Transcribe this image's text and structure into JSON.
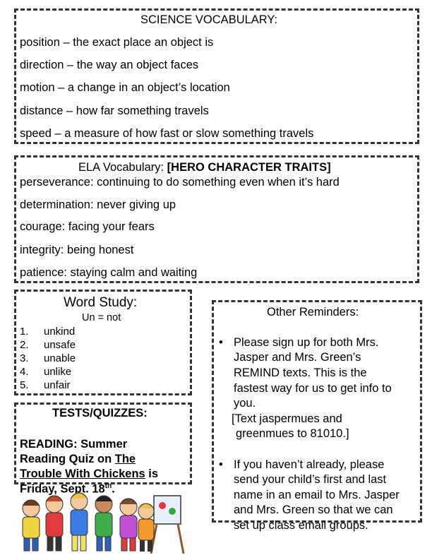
{
  "science": {
    "title": "SCIENCE VOCABULARY:",
    "items": [
      "position – the exact place an object is",
      "direction – the way an object faces",
      "motion – a change in an object’s location",
      "distance – how far something travels",
      "speed – a measure of how fast or slow something travels"
    ]
  },
  "ela": {
    "title_prefix": "ELA Vocabulary: ",
    "title_bold": "[HERO CHARACTER TRAITS]",
    "items": [
      "perseverance:  continuing to do something even when it’s hard",
      "determination:  never giving up",
      "courage:  facing your fears",
      "integrity:  being honest",
      "patience:  staying calm and waiting"
    ]
  },
  "word_study": {
    "title": "Word Study:",
    "subtitle": "Un = not",
    "numbers": [
      "1.",
      "2.",
      "3.",
      "4.",
      "5."
    ],
    "words": [
      "unkind",
      "unsafe",
      "unable",
      "unlike",
      "unfair"
    ]
  },
  "tests": {
    "title": "TESTS/QUIZZES:",
    "line1": "READING:  Summer",
    "line2": "Reading Quiz on ",
    "book_part1": "The",
    "book_part2": "Trouble With Chickens",
    "line3_suffix": " is",
    "line4": "Friday, Sept. 18",
    "line4_sup": "th",
    "line4_end": "."
  },
  "reminders": {
    "title": "Other Reminders:",
    "bullet": "•",
    "item1_lines": [
      "Please sign up for both Mrs.",
      "Jasper and Mrs. Green’s",
      "REMIND texts.  This is the",
      "fastest way for us to get info to",
      "you.",
      "[Text jaspermues and",
      "greenmues to 81010.]"
    ],
    "item2_lines": [
      "If you haven’t already, please",
      "send your child’s first and last",
      "name in an email to Mrs. Jasper",
      "and Mrs. Green so that we can",
      "set up class email groups."
    ]
  }
}
